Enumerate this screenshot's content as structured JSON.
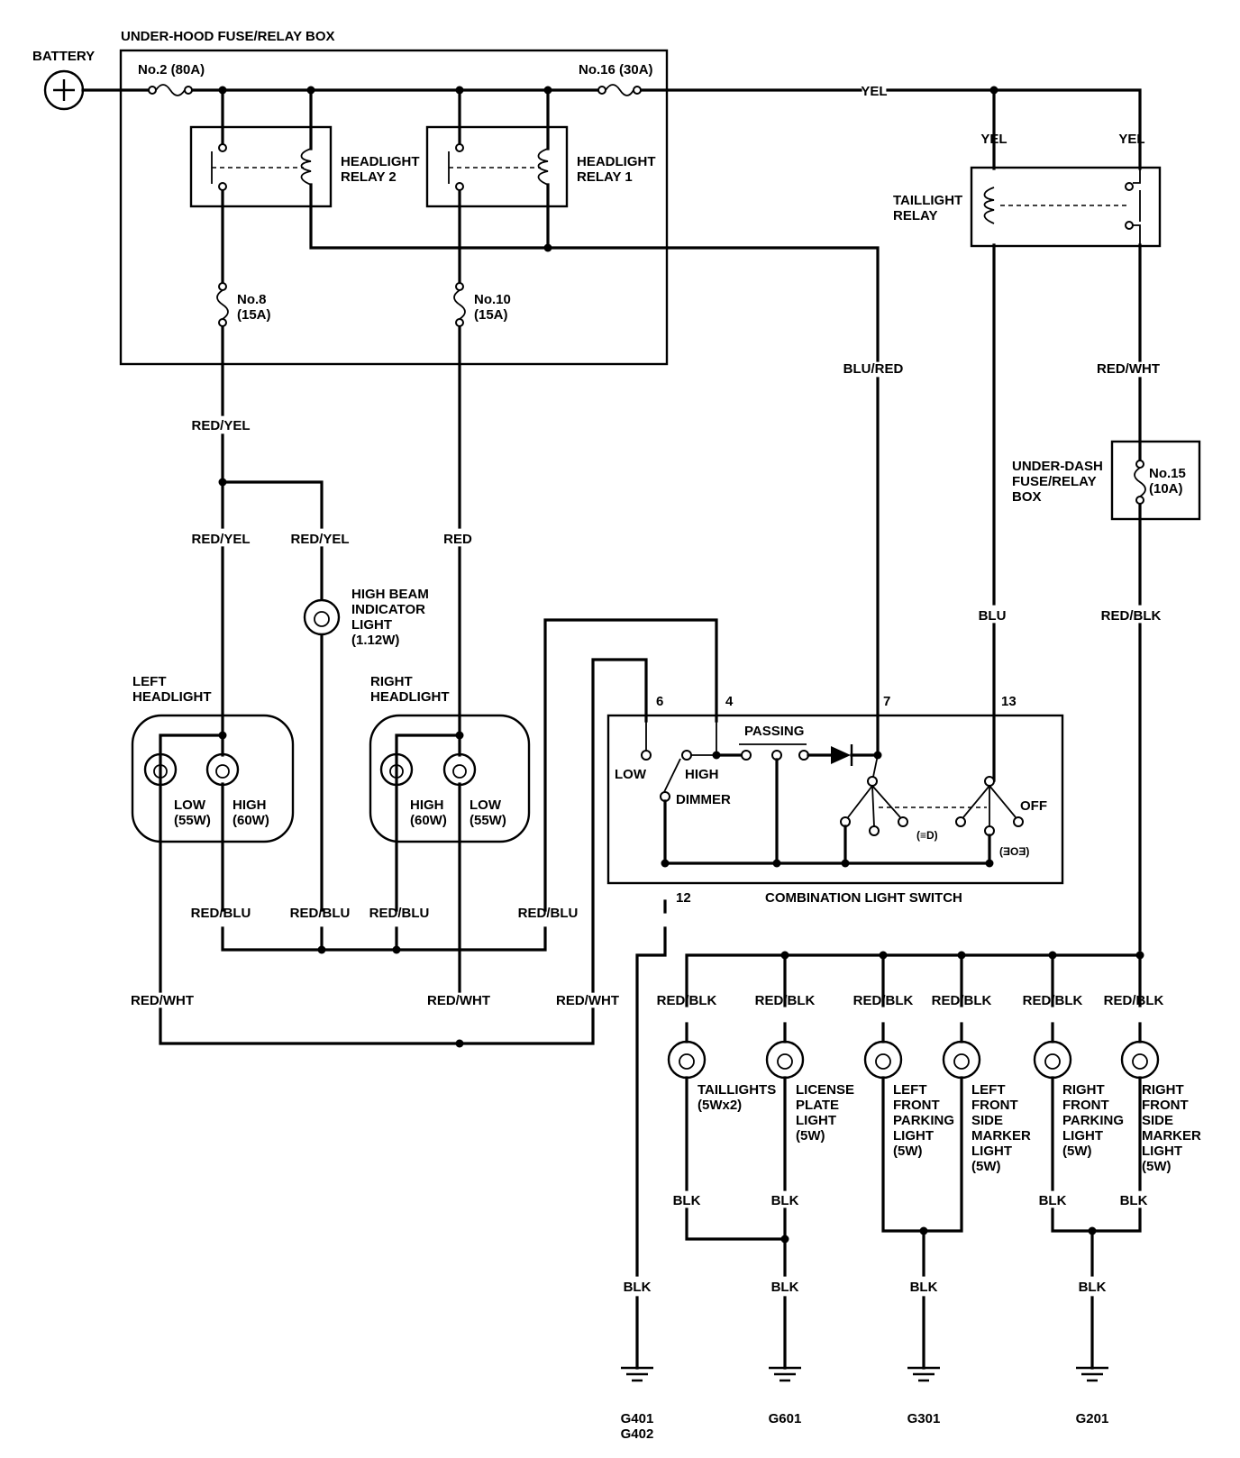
{
  "labels": {
    "box_title": "UNDER-HOOD FUSE/RELAY BOX",
    "battery": "BATTERY",
    "fuse2": "No.2 (80A)",
    "fuse16": "No.16 (30A)",
    "yel_main": "YEL",
    "yel_a": "YEL",
    "yel_b": "YEL",
    "hl_relay2": [
      "HEADLIGHT",
      "RELAY 2"
    ],
    "hl_relay1": [
      "HEADLIGHT",
      "RELAY 1"
    ],
    "taillight_relay": [
      "TAILLIGHT",
      "RELAY"
    ],
    "fuse8": [
      "No.8",
      "(15A)"
    ],
    "fuse10": [
      "No.10",
      "(15A)"
    ],
    "blu_red": "BLU/RED",
    "red_wht_top": "RED/WHT",
    "red_yel_1": "RED/YEL",
    "red_yel_2": "RED/YEL",
    "red_yel_3": "RED/YEL",
    "red": "RED",
    "underdash_box": [
      "UNDER-DASH",
      "FUSE/RELAY",
      "BOX"
    ],
    "fuse15": [
      "No.15",
      "(10A)"
    ],
    "blu": "BLU",
    "red_blk_top": "RED/BLK",
    "hb_indicator": [
      "HIGH BEAM",
      "INDICATOR",
      "LIGHT",
      "(1.12W)"
    ],
    "left_headlight": [
      "LEFT",
      "HEADLIGHT"
    ],
    "right_headlight": [
      "RIGHT",
      "HEADLIGHT"
    ],
    "lh_low": [
      "LOW",
      "(55W)"
    ],
    "lh_high": [
      "HIGH",
      "(60W)"
    ],
    "rh_high": [
      "HIGH",
      "(60W)"
    ],
    "rh_low": [
      "LOW",
      "(55W)"
    ],
    "pin6": "6",
    "pin4": "4",
    "pin7": "7",
    "pin13": "13",
    "pin12": "12",
    "passing": "PASSING",
    "low": "LOW",
    "high": "HIGH",
    "dimmer": "DIMMER",
    "off": "OFF",
    "sym_park": "(≡D)",
    "sym_head": "(ƎOƎ)",
    "combo_switch": "COMBINATION LIGHT SWITCH",
    "red_blu_1": "RED/BLU",
    "red_blu_2": "RED/BLU",
    "red_blu_3": "RED/BLU",
    "red_blu_4": "RED/BLU",
    "red_wht_1": "RED/WHT",
    "red_wht_2": "RED/WHT",
    "red_wht_3": "RED/WHT",
    "red_blk_1": "RED/BLK",
    "red_blk_2": "RED/BLK",
    "red_blk_3": "RED/BLK",
    "red_blk_4": "RED/BLK",
    "red_blk_5": "RED/BLK",
    "red_blk_6": "RED/BLK",
    "taillights": [
      "TAILLIGHTS",
      "(5Wx2)"
    ],
    "license": [
      "LICENSE",
      "PLATE",
      "LIGHT",
      "(5W)"
    ],
    "lf_parking": [
      "LEFT",
      "FRONT",
      "PARKING",
      "LIGHT",
      "(5W)"
    ],
    "lf_marker": [
      "LEFT",
      "FRONT",
      "SIDE",
      "MARKER",
      "LIGHT",
      "(5W)"
    ],
    "rf_parking": [
      "RIGHT",
      "FRONT",
      "PARKING",
      "LIGHT",
      "(5W)"
    ],
    "rf_marker": [
      "RIGHT",
      "FRONT",
      "SIDE",
      "MARKER",
      "LIGHT",
      "(5W)"
    ],
    "blk_1": "BLK",
    "blk_2": "BLK",
    "blk_3": "BLK",
    "blk_4": "BLK",
    "blk_g1": "BLK",
    "blk_g2": "BLK",
    "blk_g3": "BLK",
    "blk_g4": "BLK",
    "g401": [
      "G401",
      "G402"
    ],
    "g601": "G601",
    "g301": "G301",
    "g201": "G201"
  }
}
